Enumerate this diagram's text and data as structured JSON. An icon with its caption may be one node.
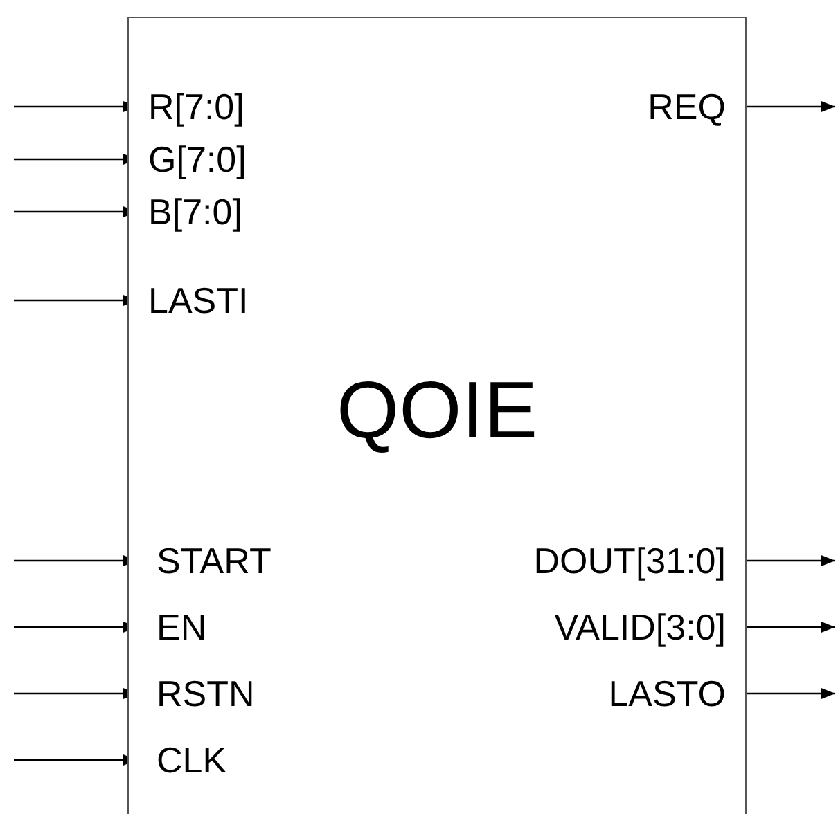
{
  "diagram": {
    "nodes": [
      {
        "text": [
          "QOIE"
        ]
      },
      {
        "text": [
          "R[7:0]"
        ],
        "in": 0
      },
      {
        "text": [
          "REQ"
        ],
        "in": 0
      },
      {
        "text": [
          "G[7:0]"
        ],
        "in": 0
      },
      {
        "text": [
          "B[7:0]"
        ],
        "in": 0
      },
      {
        "text": [
          "LASTI"
        ],
        "in": 0
      },
      {
        "text": [
          "START"
        ],
        "in": 0
      },
      {
        "text": [
          "DOUT[31:0]"
        ],
        "in": 0
      },
      {
        "text": [
          "EN"
        ],
        "in": 0
      },
      {
        "text": [
          "VALID[3:0]"
        ],
        "in": 0
      },
      {
        "text": [
          "RSTN"
        ],
        "in": 0
      },
      {
        "text": [
          "LASTO"
        ],
        "in": 0
      },
      {
        "text": [
          "CLK"
        ],
        "in": 0
      }
    ],
    "edges": [
      {
        "from": null,
        "to": 1,
        "arrow": "to"
      },
      {
        "from": 2,
        "to": null,
        "arrow": "to"
      },
      {
        "from": null,
        "to": 3,
        "arrow": "to"
      },
      {
        "from": null,
        "to": 4,
        "arrow": "to"
      },
      {
        "from": null,
        "to": 5,
        "arrow": "to"
      },
      {
        "from": null,
        "to": 6,
        "arrow": "to"
      },
      {
        "from": 7,
        "to": null,
        "arrow": "to"
      },
      {
        "from": null,
        "to": 8,
        "arrow": "to"
      },
      {
        "from": 9,
        "to": null,
        "arrow": "to"
      },
      {
        "from": null,
        "to": 10,
        "arrow": "to"
      },
      {
        "from": 11,
        "to": null,
        "arrow": "to"
      },
      {
        "from": null,
        "to": 12,
        "arrow": "to"
      }
    ]
  }
}
